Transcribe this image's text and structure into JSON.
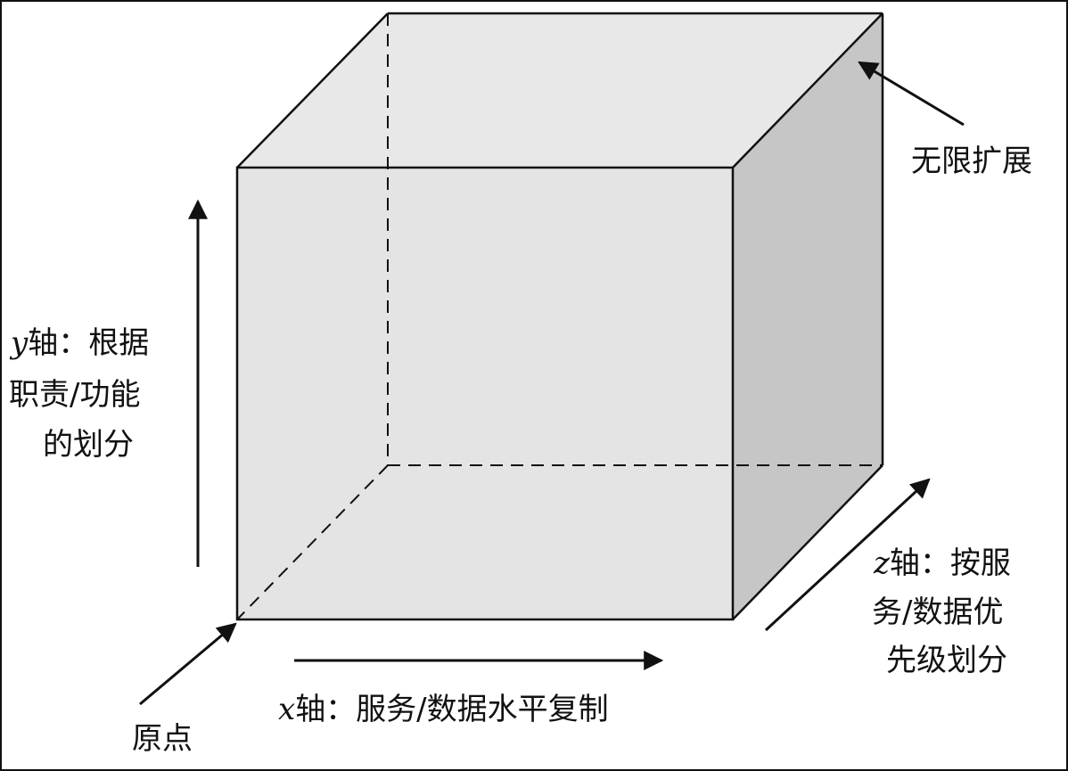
{
  "diagram": {
    "y_axis": {
      "letter": "y",
      "lines": [
        "轴：根据",
        "职责/功能",
        "的划分"
      ]
    },
    "x_axis": {
      "letter": "x",
      "text": "轴：服务/数据水平复制"
    },
    "z_axis": {
      "letter": "z",
      "lines": [
        "轴：按服",
        "务/数据优",
        "先级划分"
      ]
    },
    "origin_label": "原点",
    "infinite_label": "无限扩展"
  },
  "colors": {
    "front_face": "#e4e4e4",
    "top_face": "#e8e8e8",
    "side_face": "#c6c6c6",
    "stroke": "#111111",
    "page_border": "#111111"
  }
}
